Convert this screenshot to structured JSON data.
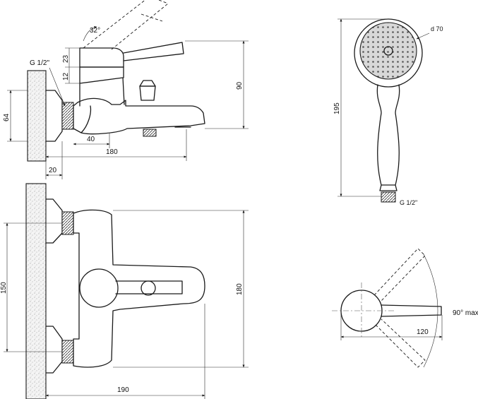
{
  "side_view": {
    "angle": "32°",
    "thread": "G 1/2\"",
    "dim_23": "23",
    "dim_12": "12",
    "dim_64": "64",
    "dim_90": "90",
    "dim_40": "40",
    "dim_180": "180",
    "dim_20": "20"
  },
  "front_view": {
    "dim_150": "150",
    "dim_180": "180",
    "dim_190": "190"
  },
  "shower_head": {
    "diameter": "d 70",
    "length": "195",
    "thread": "G 1/2\""
  },
  "lever_view": {
    "rotation": "90° max",
    "lever_length": "120"
  }
}
